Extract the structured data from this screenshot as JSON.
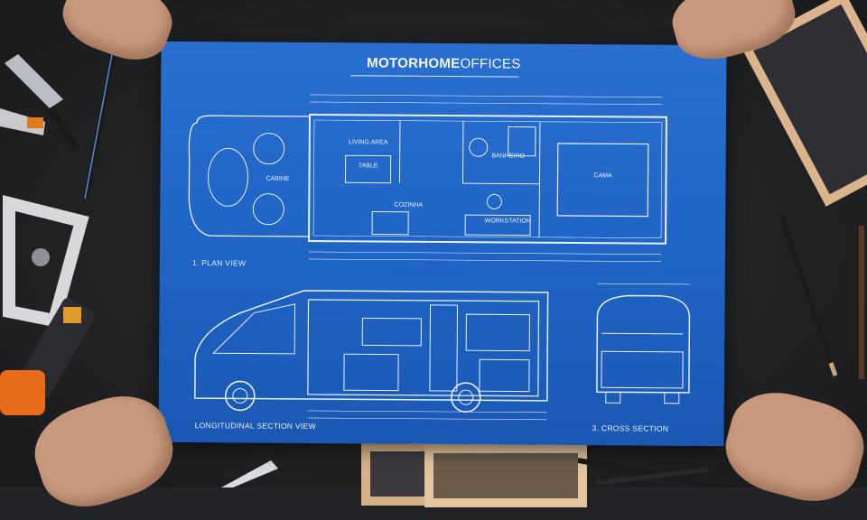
{
  "blueprint": {
    "title_bold": "MOTORHOME",
    "title_regular": "OFFICES",
    "views": {
      "plan": "1. PLAN VIEW",
      "longitudinal": "LONGITUDINAL SECTION VIEW",
      "cross": "3. CROSS SECTION"
    },
    "rooms": {
      "cabin": "CABINE",
      "living": "LIVING AREA",
      "table": "TABLE",
      "kitchen": "COZINHA",
      "bathroom": "BANHEIRO",
      "workstation": "WORKSTATION",
      "bed": "CAMA"
    }
  },
  "colors": {
    "blueprint_blue": "#1f63c4",
    "line_white": "#eaf2ff",
    "desk": "#232427"
  }
}
